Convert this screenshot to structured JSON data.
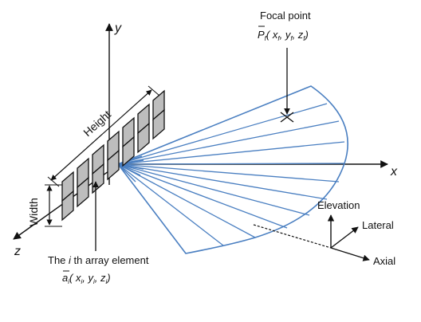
{
  "colors": {
    "axis": "#111111",
    "beam": "#4a7fc1",
    "element_fill": "#bdbdbd",
    "element_stroke": "#111111"
  },
  "axes": {
    "x_label": "x",
    "y_label": "y",
    "z_label": "z"
  },
  "focal_point": {
    "title": "Focal point",
    "symbol": "P",
    "sub": "f",
    "coord_open": "( x",
    "coord_y": ", y",
    "coord_z": ", z",
    "coord_close": ")",
    "marker": "×"
  },
  "transducer": {
    "height_label": "Height",
    "width_label": "Width",
    "element_caption_pre": "The ",
    "element_caption_i": "i",
    "element_caption_post": " th array element",
    "element_symbol": "a",
    "element_sub": "i",
    "coord_open": "( x",
    "coord_y": ", y",
    "coord_z": ", z",
    "coord_close": ")"
  },
  "local_axes": {
    "elevation": "Elevation",
    "lateral": "Lateral",
    "axial": "Axial"
  }
}
